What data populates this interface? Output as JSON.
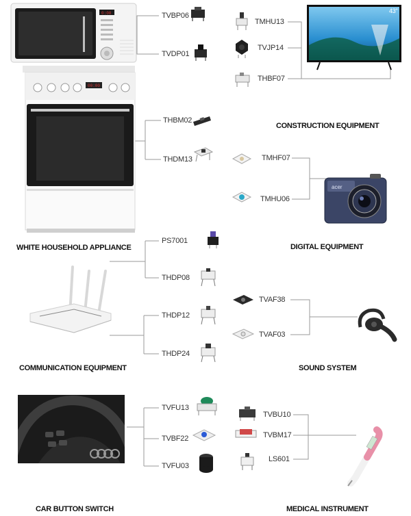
{
  "sections": {
    "white_household": {
      "caption": "WHITE HOUSEHOLD APPLIANCE",
      "parts": [
        "TVBP06",
        "TVDP01",
        "THBM02",
        "THDM13"
      ]
    },
    "construction": {
      "caption": "CONSTRUCTION EQUIPMENT",
      "parts": [
        "TMHU13",
        "TVJP14",
        "THBF07"
      ],
      "tv_size": "43\""
    },
    "digital": {
      "caption": "DIGITAL EQUIPMENT",
      "parts": [
        "TMHF07",
        "TMHU06"
      ]
    },
    "communication": {
      "caption": "COMMUNICATION EQUIPMENT",
      "parts": [
        "PS7001",
        "THDP08",
        "THDP12",
        "THDP24"
      ]
    },
    "sound": {
      "caption": "SOUND SYSTEM",
      "parts": [
        "TVAF38",
        "TVAF03"
      ]
    },
    "car": {
      "caption": "CAR BUTTON SWITCH",
      "parts": [
        "TVFU13",
        "TVBF22",
        "TVFU03"
      ]
    },
    "medical": {
      "caption": "MEDICAL INSTRUMENT",
      "parts": [
        "TVBU10",
        "TVBM17",
        "LS601"
      ]
    }
  },
  "colors": {
    "line": "#9a9a9a",
    "tv_screen": "#2a8fd0",
    "camera_body": "#3b4566",
    "headset": "#2b2b2b",
    "thermometer": "#e890a8",
    "button_green": "#1f8a5a",
    "button_blue": "#2b5bd6",
    "button_purple": "#5a4aa8"
  }
}
